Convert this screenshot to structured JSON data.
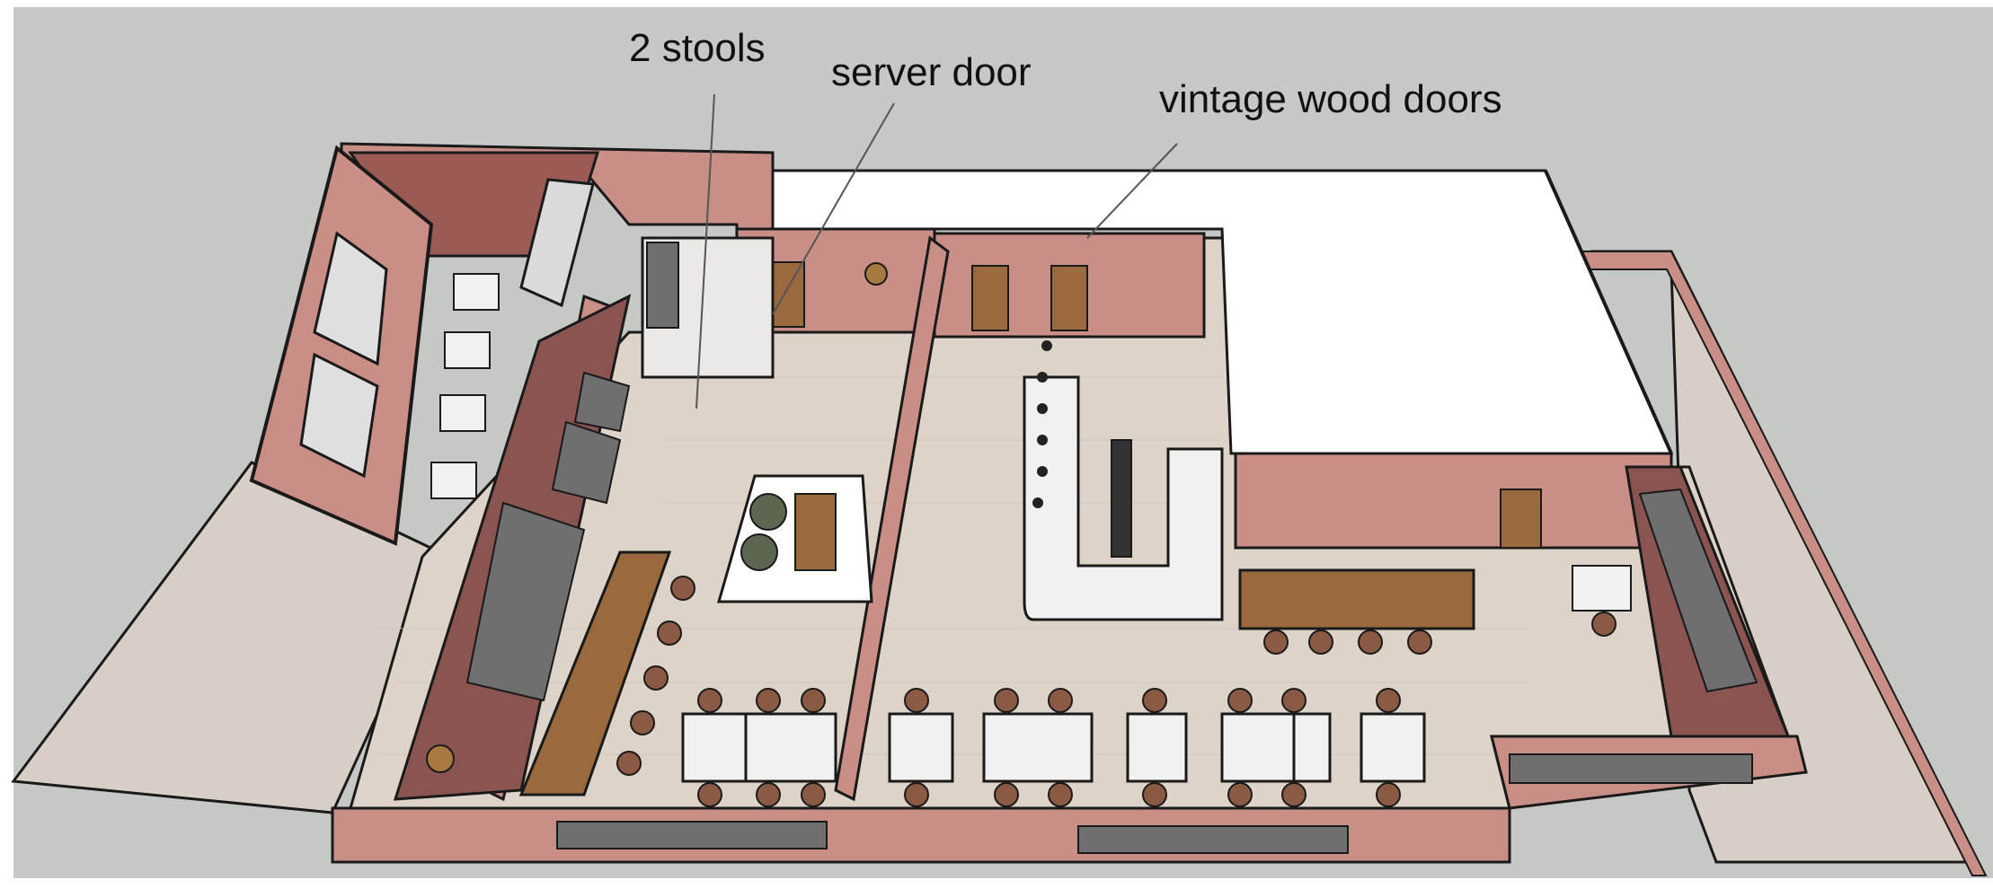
{
  "labels": {
    "stools": "2 stools",
    "server_door": "server door",
    "vintage_doors": "vintage wood doors"
  },
  "colors": {
    "background": "#ffffff",
    "ground": "#c6c8c6",
    "floor_tile": "#dcd2c6",
    "wall": "#c98f86",
    "wall_dark": "#8a5550",
    "brick": "#9c5a55",
    "roof": "#ffffff",
    "wood": "#9a6a3e",
    "marble": "#f1f1f1",
    "glass": "#6f6f6f",
    "chair": "#8b5a44",
    "outline": "#1a1a1a"
  }
}
